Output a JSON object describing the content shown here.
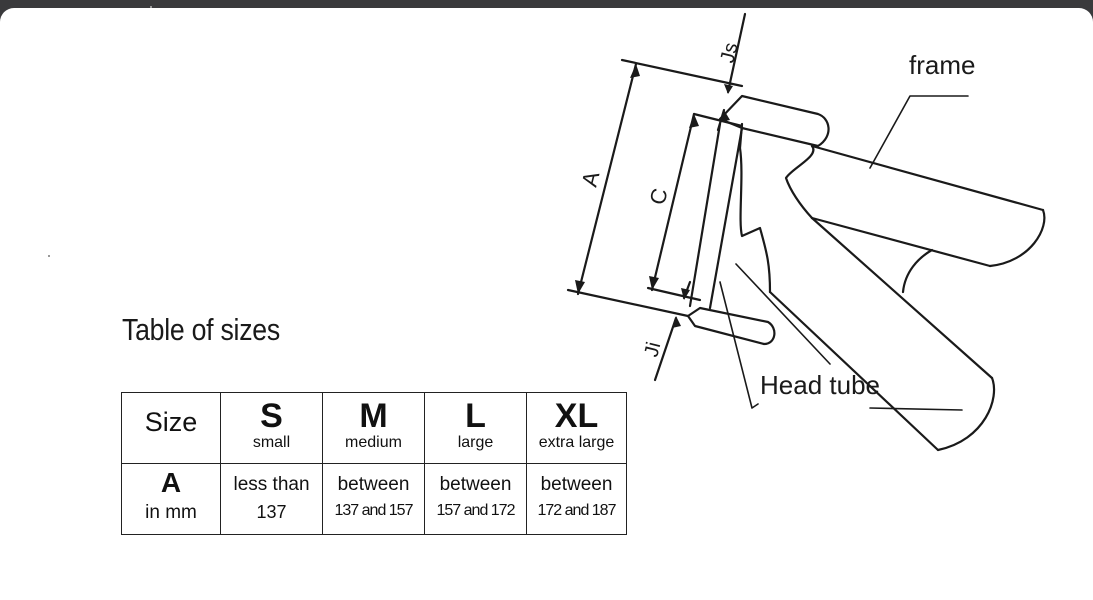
{
  "diagram": {
    "labels": {
      "frame": "frame",
      "head_tube": "Head tube",
      "a": "A",
      "c": "C",
      "js": "Js",
      "ji": "Ji"
    }
  },
  "table": {
    "title": "Table of sizes",
    "header_label": "Size",
    "row_label": "A",
    "row_unit": "in mm",
    "columns": [
      {
        "code": "S",
        "name": "small",
        "line1": "less than",
        "line2": "137"
      },
      {
        "code": "M",
        "name": "medium",
        "line1": "between",
        "line2": "137 and 157"
      },
      {
        "code": "L",
        "name": "large",
        "line1": "between",
        "line2": "157 and 172"
      },
      {
        "code": "XL",
        "name": "extra large",
        "line1": "between",
        "line2": "172 and 187"
      }
    ]
  }
}
